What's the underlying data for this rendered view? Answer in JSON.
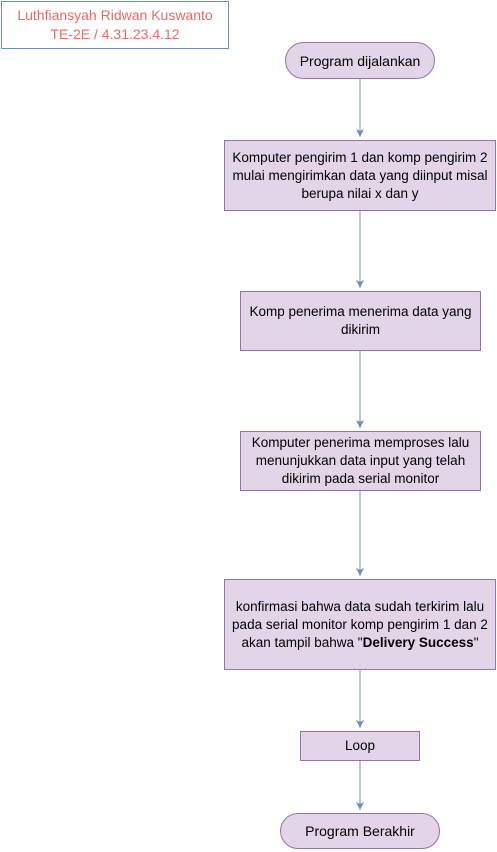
{
  "author": {
    "name": "Luthfiansyah Ridwan Kuswanto",
    "id": "TE-2E / 4.31.23.4.12"
  },
  "colors": {
    "fill": "#e1d5e7",
    "stroke": "#9673a6",
    "arrow": "#6c8ebf",
    "author_text": "#ea6b66",
    "author_border": "#6c8ebf"
  },
  "flow": {
    "start": "Program dijalankan",
    "step1": "Komputer pengirim 1 dan komp pengirim 2 mulai mengirimkan data yang diinput misal berupa nilai x dan y",
    "step2": "Komp penerima menerima data yang dikirim",
    "step3": "Komputer penerima memproses lalu menunjukkan data input yang telah dikirim pada serial monitor",
    "step4": {
      "before": "konfirmasi bahwa data sudah terkirim lalu pada serial monitor komp pengirim 1 dan 2  akan tampil bahwa \"",
      "bold": "Delivery Success",
      "after": "\""
    },
    "loop": "Loop",
    "end": "Program Berakhir"
  }
}
